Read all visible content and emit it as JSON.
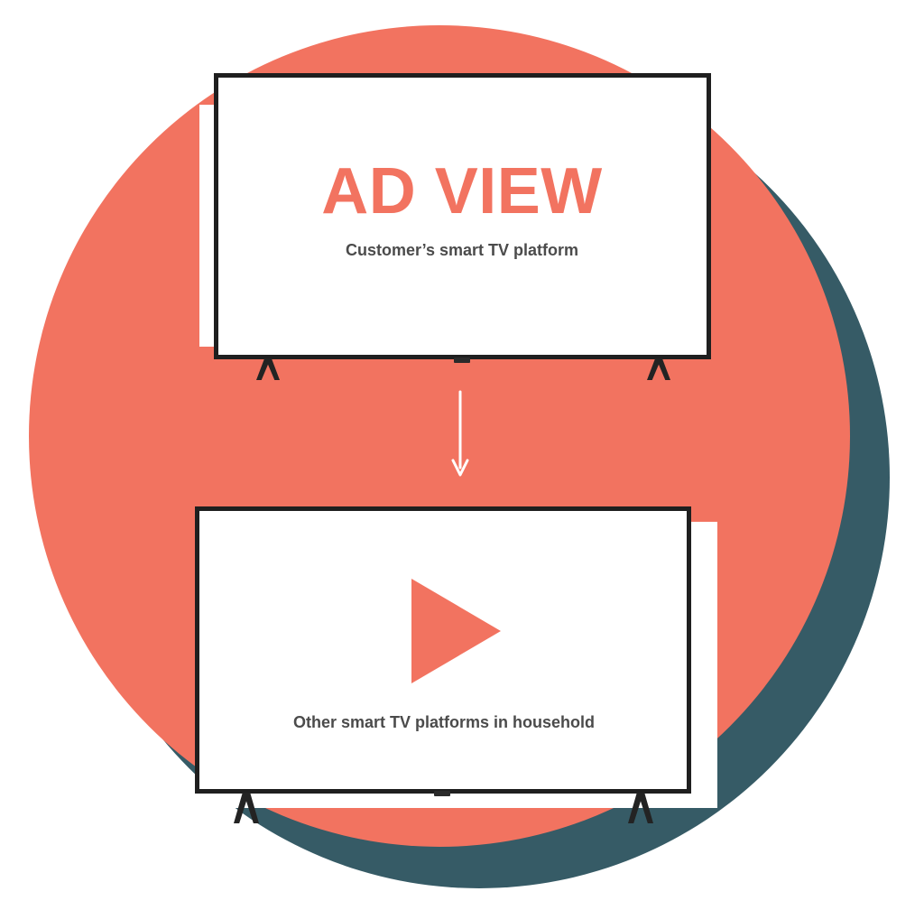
{
  "diagram": {
    "top_tv": {
      "title": "AD VIEW",
      "caption": "Customer’s smart TV platform"
    },
    "arrow": {
      "icon": "down-arrow-icon"
    },
    "bottom_tv": {
      "icon": "play-icon",
      "caption": "Other smart TV platforms in household"
    },
    "colors": {
      "accent": "#f27360",
      "shadow": "#365b66",
      "frame": "#1f1f1f",
      "caption": "#4b4b4b",
      "background": "#ffffff"
    }
  }
}
